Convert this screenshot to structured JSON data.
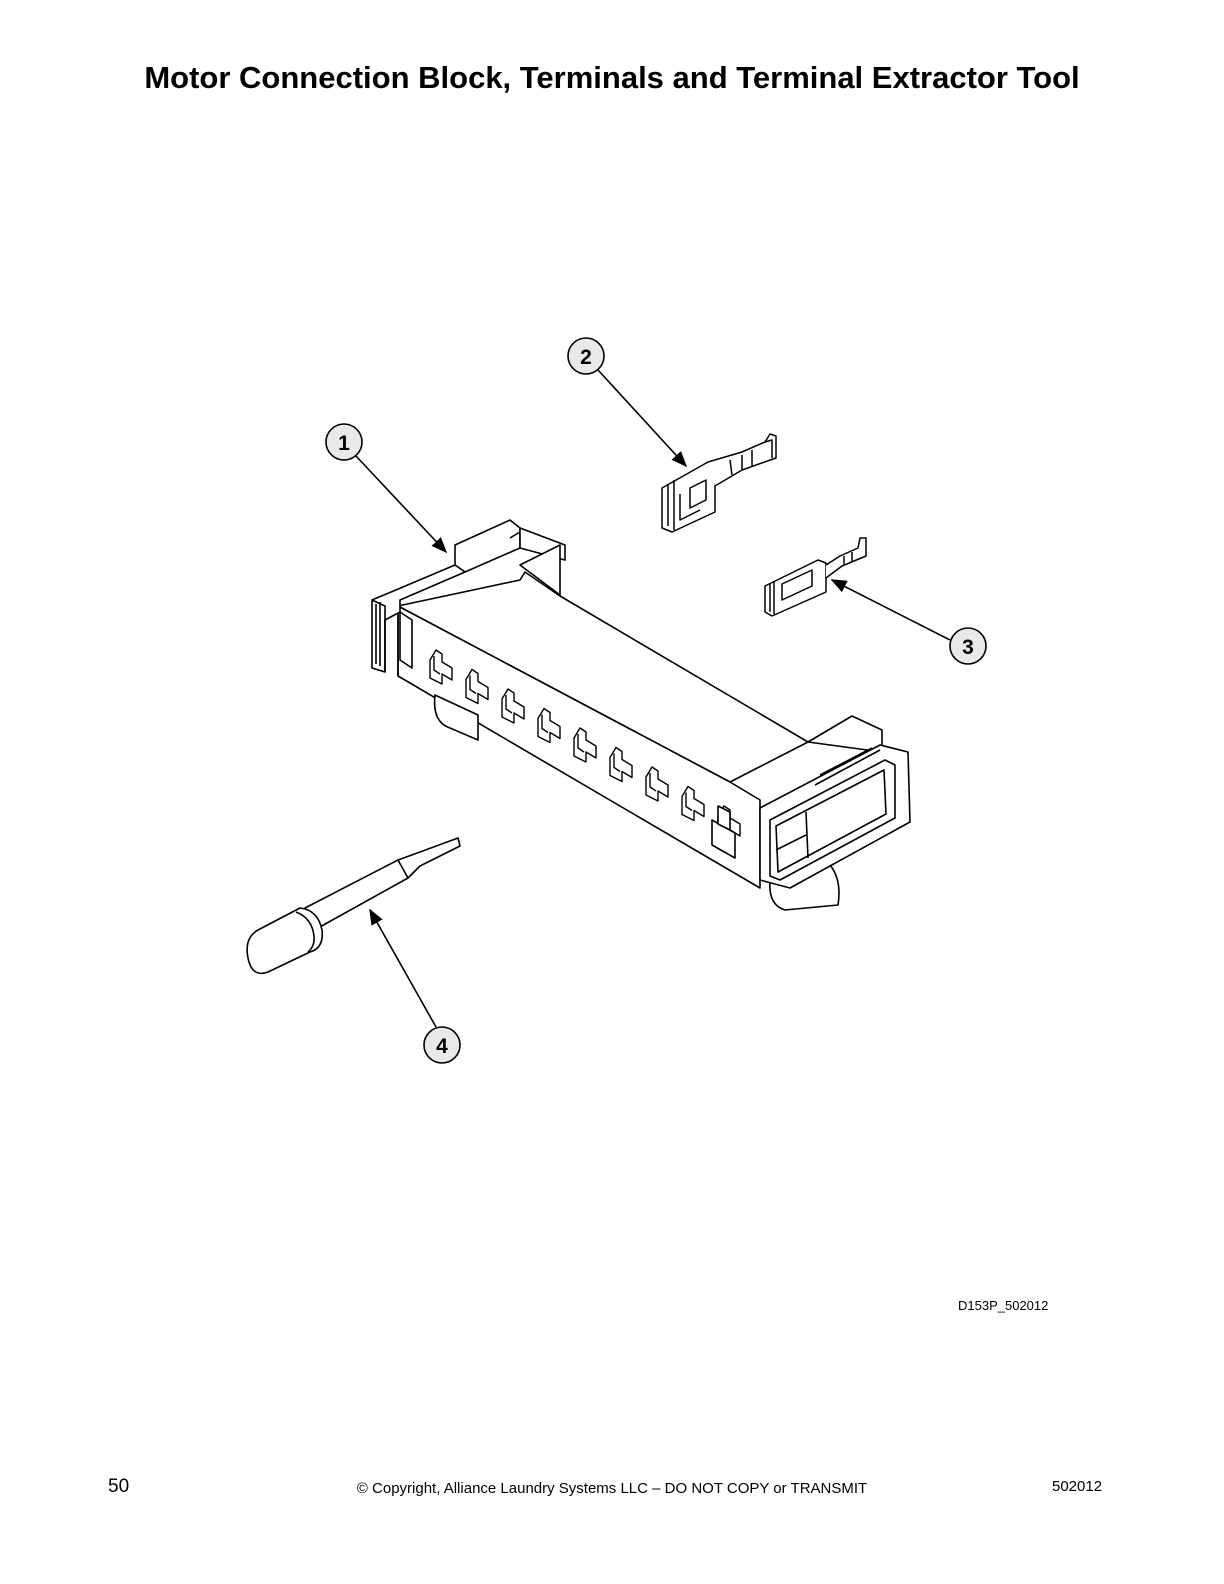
{
  "page": {
    "title": "Motor Connection Block, Terminals and Terminal Extractor Tool",
    "drawing_id": "D153P_502012",
    "footer": {
      "page_number": "50",
      "copyright": "© Copyright, Alliance Laundry Systems LLC – DO NOT COPY or TRANSMIT",
      "doc_number": "502012"
    }
  },
  "diagram": {
    "callouts": [
      {
        "label": "1",
        "part": "motor-connection-block"
      },
      {
        "label": "2",
        "part": "terminal-large"
      },
      {
        "label": "3",
        "part": "terminal-small"
      },
      {
        "label": "4",
        "part": "terminal-extractor-tool"
      }
    ],
    "colors": {
      "line": "#000000",
      "fill": "#ffffff",
      "shade": "#e9e9e9"
    }
  }
}
